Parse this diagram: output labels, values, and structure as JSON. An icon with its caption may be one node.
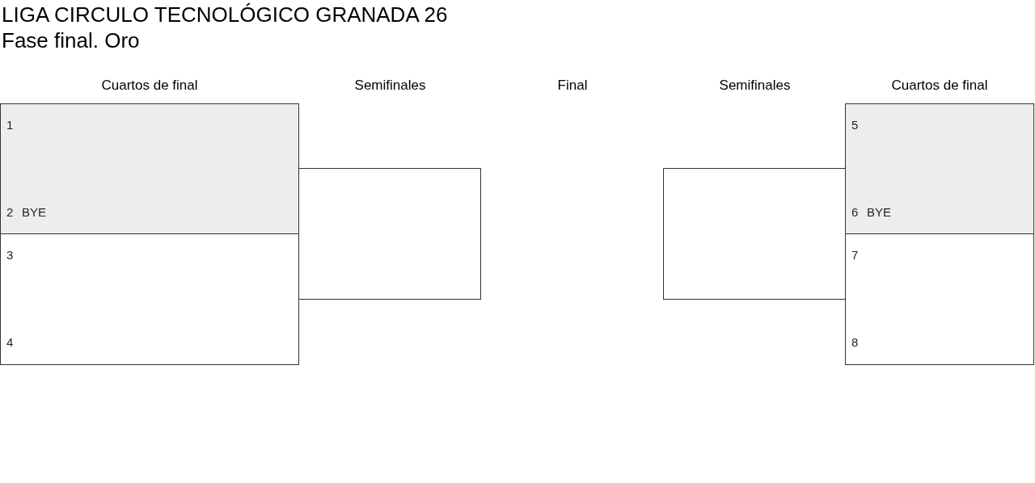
{
  "diagram": {
    "title": "LIGA CIRCULO TECNOLÓGICO GRANADA 26",
    "nodes": [
      {
        "text": [
          "1",
          "2",
          "BYE"
        ]
      },
      {
        "text": [
          "3",
          "4"
        ]
      },
      {
        "text": [],
        "shape": "box"
      },
      {
        "text": [],
        "shape": "box"
      },
      {
        "text": [
          "5",
          "6",
          "BYE"
        ]
      },
      {
        "text": [
          "7",
          "8"
        ]
      }
    ],
    "labels": [
      "Fase final. Oro",
      "Cuartos de final",
      "Semifinales",
      "Final",
      "Semifinales",
      "Cuartos de final"
    ]
  }
}
